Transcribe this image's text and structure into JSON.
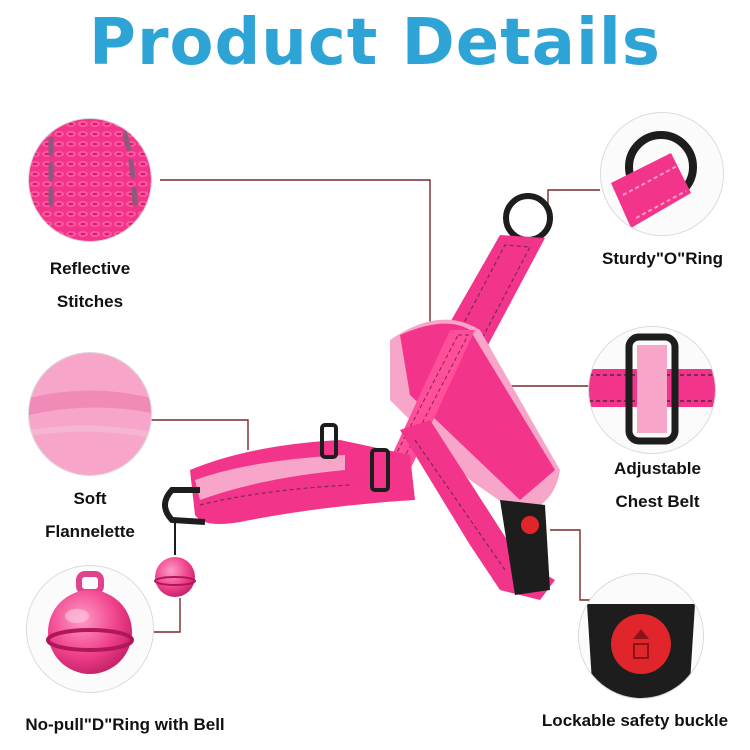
{
  "title": "Product Details",
  "colors": {
    "title": "#2ea3d6",
    "harness_pink": "#f2348a",
    "harness_light": "#ff6fb3",
    "fleece": "#f7a6c9",
    "leader_line": "#7a2a2a",
    "hardware": "#1d1d1d",
    "buckle_button": "#e0262a"
  },
  "callouts": [
    {
      "id": "reflective-stitches",
      "label_lines": [
        "Reflective",
        "Stitches"
      ]
    },
    {
      "id": "soft-flannelette",
      "label_lines": [
        "Soft",
        "Flannelette"
      ]
    },
    {
      "id": "d-ring-bell",
      "label_lines": [
        "No-pull\"D\"Ring with Bell"
      ]
    },
    {
      "id": "o-ring",
      "label_lines": [
        "Sturdy\"O\"Ring"
      ]
    },
    {
      "id": "chest-belt",
      "label_lines": [
        "Adjustable",
        "Chest Belt"
      ]
    },
    {
      "id": "safety-buckle",
      "label_lines": [
        "Lockable safety buckle"
      ]
    }
  ],
  "icons": [
    "reflective-stitch-closeup-icon",
    "flannel-closeup-icon",
    "bell-closeup-icon",
    "o-ring-closeup-icon",
    "slider-buckle-closeup-icon",
    "safety-buckle-closeup-icon",
    "dog-harness-icon"
  ]
}
